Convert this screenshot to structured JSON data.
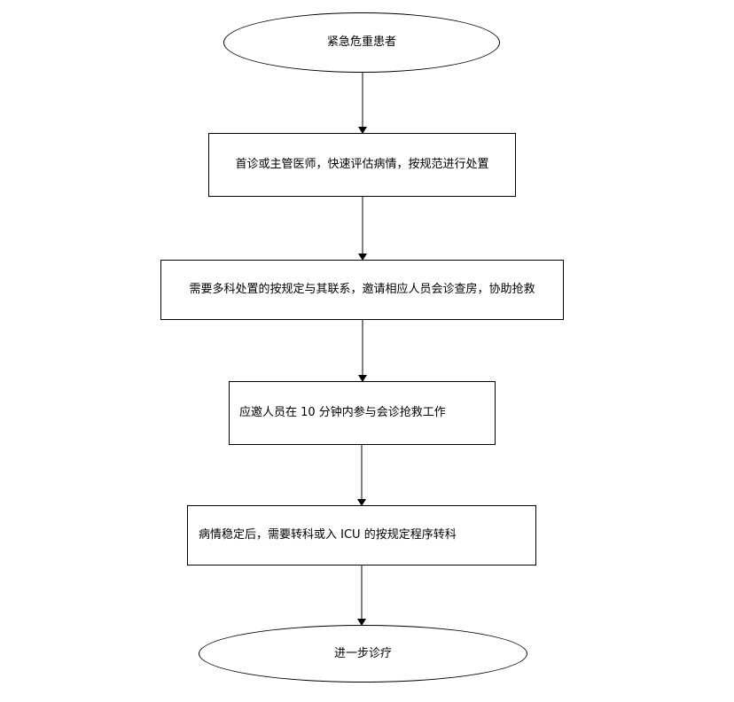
{
  "flowchart": {
    "start": "紧急危重患者",
    "steps": [
      "首诊或主管医师，快速评估病情，按规范进行处置",
      "需要多科处置的按规定与其联系，邀请相应人员会诊查房，协助抢救",
      "应邀人员在 10 分钟内参与会诊抢救工作",
      "病情稳定后，需要转科或入 ICU 的按规定程序转科"
    ],
    "end": "进一步诊疗"
  }
}
